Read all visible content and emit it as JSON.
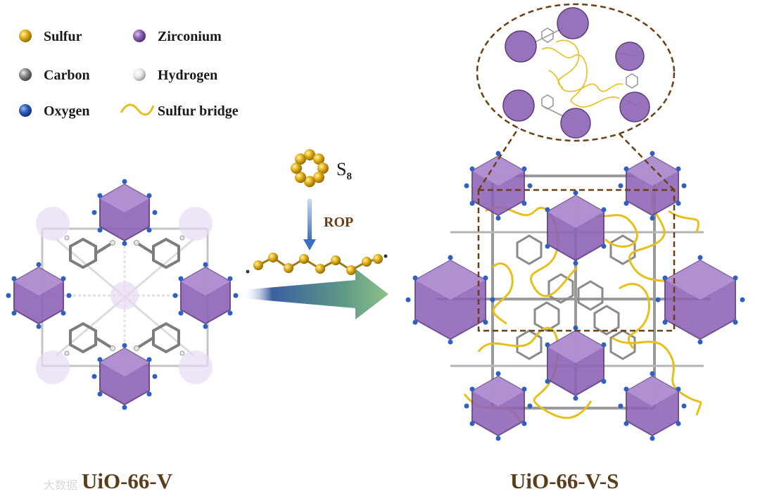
{
  "legend": {
    "sulfur": "Sulfur",
    "zirconium": "Zirconium",
    "carbon": "Carbon",
    "hydrogen": "Hydrogen",
    "oxygen": "Oxygen",
    "sulfur_bridge": "Sulfur bridge"
  },
  "reagent": {
    "base": "S",
    "subscript": "8"
  },
  "process_label": "ROP",
  "left_structure_label": "UiO-66-V",
  "right_structure_label": "UiO-66-V-S",
  "watermark": "大数据",
  "colors": {
    "sulfur": "#e3b019",
    "zirconium": "#8e63b6",
    "carbon": "#8c8c8c",
    "hydrogen": "#e9e9e9",
    "oxygen": "#2f5fbf",
    "sulfur_bridge": "#e6bf1a",
    "callout_outline": "#6b3f16"
  }
}
